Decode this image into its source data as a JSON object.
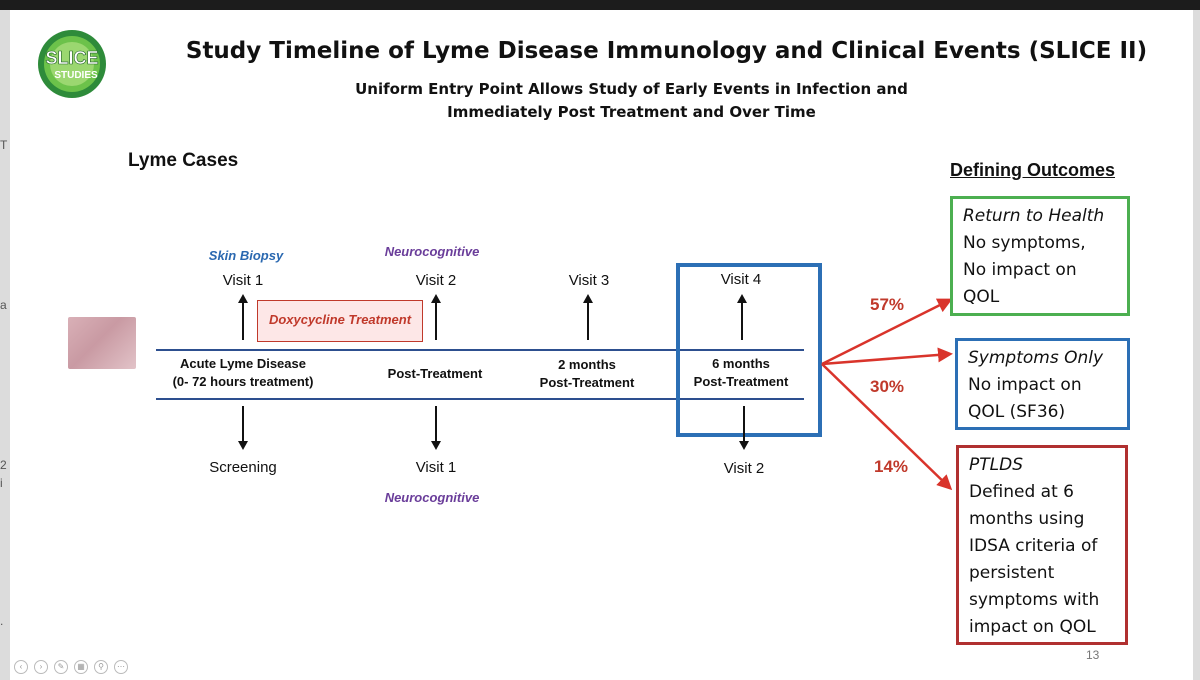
{
  "side_glyphs": [
    "T",
    "a",
    "2",
    "i",
    "."
  ],
  "logo": {
    "line1": "SLICE",
    "line2": "STUDIES"
  },
  "title": "Study Timeline of Lyme Disease Immunology and Clinical Events (SLICE II)",
  "subtitle": {
    "line1": "Uniform Entry Point Allows Study of Early Events in Infection and",
    "line2": "Immediately Post Treatment and Over Time"
  },
  "lyme_cases": "Lyme Cases",
  "outcomes_heading": "Defining Outcomes",
  "timeline": {
    "annotations": {
      "skin_biopsy": "Skin Biopsy",
      "neurocognitive_top": "Neurocognitive",
      "neurocognitive_bottom": "Neurocognitive"
    },
    "top_visits": [
      "Visit 1",
      "Visit 2",
      "Visit 3",
      "Visit 4"
    ],
    "doxycycline": "Doxycycline Treatment",
    "phases": [
      {
        "line1": "Acute Lyme Disease",
        "line2": "(0-  72 hours treatment)"
      },
      {
        "line1": "Post-Treatment",
        "line2": ""
      },
      {
        "line1": "2 months",
        "line2": "Post-Treatment"
      },
      {
        "line1": "6 months",
        "line2": "Post-Treatment"
      }
    ],
    "bottom_visits": [
      "Screening",
      "Visit 1",
      "Visit 2"
    ]
  },
  "percentages": [
    "57%",
    "30%",
    "14%"
  ],
  "outcomes": [
    {
      "heading": "Return to Health",
      "lines": [
        "No symptoms,",
        "No impact on",
        "QOL"
      ],
      "color": "#4caf50"
    },
    {
      "heading": "Symptoms Only",
      "lines": [
        "No impact on",
        "QOL (SF36)"
      ],
      "color": "#2c6fb5"
    },
    {
      "heading": "PTLDS",
      "lines": [
        "Defined at 6",
        "months using",
        "IDSA criteria of",
        "persistent",
        "symptoms with",
        "impact on QOL"
      ],
      "color": "#b03030"
    }
  ],
  "page_number": "13",
  "colors": {
    "timeline_line": "#2d4f8f",
    "accent_red": "#c0392b",
    "skin_biopsy": "#2a68b0",
    "neurocognitive": "#6a3d9a"
  },
  "nav_icons": [
    "prev-icon",
    "next-icon",
    "pen-icon",
    "slides-icon",
    "zoom-icon",
    "more-icon"
  ]
}
